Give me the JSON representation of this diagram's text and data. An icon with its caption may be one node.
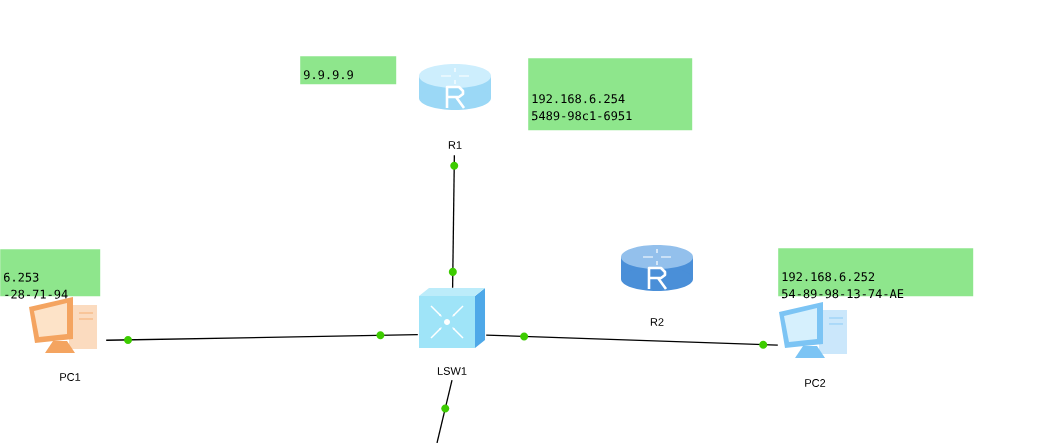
{
  "diagram": {
    "nodes": [
      {
        "text": [
          "9.9.9.9"
        ]
      },
      {
        "text": [
          "R1"
        ]
      },
      {
        "text": [
          "192.168.6.254",
          "5489-98c1-6951"
        ]
      },
      {
        "text": [
          "6.253",
          "-28-71-94"
        ]
      },
      {
        "text": [
          "R2"
        ]
      },
      {
        "text": [
          "192.168.6.252",
          "54-89-98-13-74-AE"
        ]
      },
      {
        "text": [
          "PC1"
        ]
      },
      {
        "text": [
          "LSW1"
        ]
      },
      {
        "text": [
          "PC2"
        ]
      }
    ],
    "edges": [
      {
        "from": 1,
        "to": 7,
        "arrow": "none"
      },
      {
        "from": 6,
        "to": 7,
        "arrow": "none"
      },
      {
        "from": 7,
        "to": 8,
        "arrow": "none"
      },
      {
        "from": 7,
        "to": null,
        "arrow": "none"
      }
    ]
  }
}
